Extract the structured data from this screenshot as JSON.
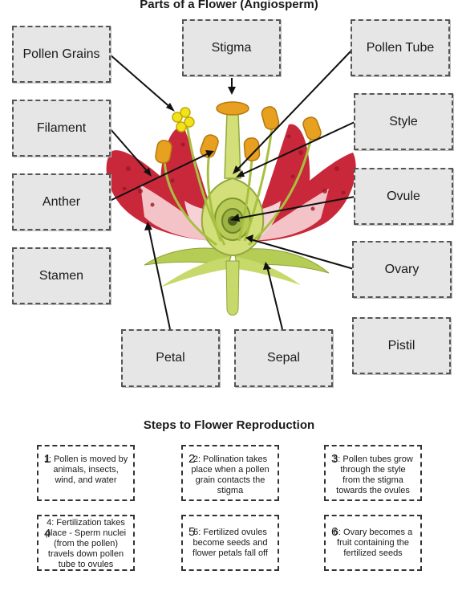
{
  "title": "Parts of a Flower (Angiosperm)",
  "labels": {
    "pollen_grains": "Pollen Grains",
    "stigma": "Stigma",
    "pollen_tube": "Pollen Tube",
    "filament": "Filament",
    "style": "Style",
    "anther": "Anther",
    "ovule": "Ovule",
    "stamen": "Stamen",
    "ovary": "Ovary",
    "petal": "Petal",
    "sepal": "Sepal",
    "pistil": "Pistil"
  },
  "steps_title": "Steps to Flower Reproduction",
  "steps": [
    {
      "num": "1",
      "text": "1: Pollen is moved by animals, insects, wind, and water"
    },
    {
      "num": "2",
      "text": "2: Pollination takes place when a pollen grain contacts the stigma"
    },
    {
      "num": "3",
      "text": "3: Pollen tubes grow through the style from the stigma towards the ovules"
    },
    {
      "num": "4",
      "text": "4: Fertilization takes place - Sperm nuclei (from the pollen) travels down pollen tube to ovules"
    },
    {
      "num": "5",
      "text": "5: Fertilized ovules become seeds and flower petals fall off"
    },
    {
      "num": "6",
      "text": "6: Ovary becomes a fruit containing the fertilized seeds"
    }
  ],
  "colors": {
    "petal": "#c8283a",
    "petal_light": "#f4c3c8",
    "green": "#b5cc55",
    "anther": "#e8a020",
    "pollen": "#f2e21a"
  }
}
